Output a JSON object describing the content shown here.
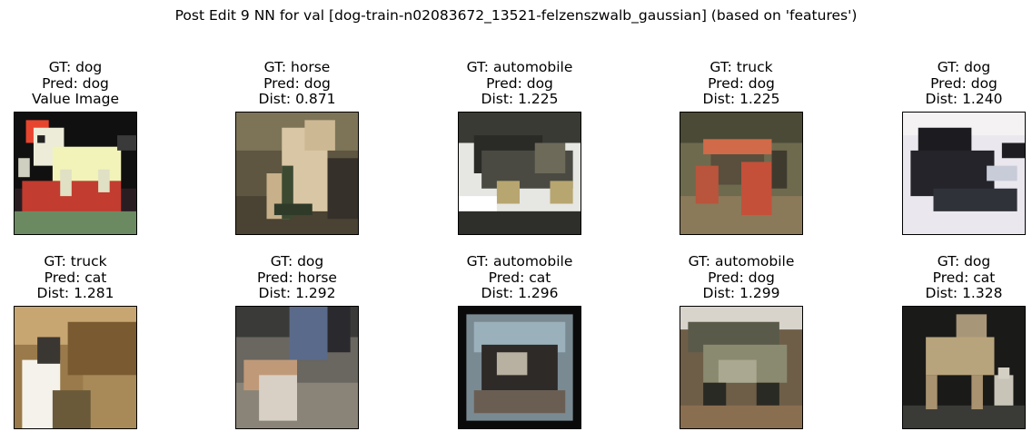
{
  "figure": {
    "suptitle": "Post Edit 9 NN for val [dog-train-n02083672_13521-felzenszwalb_gaussian] (based on 'features')"
  },
  "neighbors": [
    {
      "gt": "GT: dog",
      "pred": "Pred: dog",
      "extra": "Value Image",
      "image": "dog-on-cushion"
    },
    {
      "gt": "GT: horse",
      "pred": "Pred: dog",
      "extra": "Dist: 0.871",
      "image": "horse-head-bridle"
    },
    {
      "gt": "GT: automobile",
      "pred": "Pred: dog",
      "extra": "Dist: 1.225",
      "image": "vintage-car"
    },
    {
      "gt": "GT: truck",
      "pred": "Pred: dog",
      "extra": "Dist: 1.225",
      "image": "red-tractor"
    },
    {
      "gt": "GT: dog",
      "pred": "Pred: dog",
      "extra": "Dist: 1.240",
      "image": "black-dog-lying"
    },
    {
      "gt": "GT: truck",
      "pred": "Pred: cat",
      "extra": "Dist: 1.281",
      "image": "person-by-truck"
    },
    {
      "gt": "GT: dog",
      "pred": "Pred: horse",
      "extra": "Dist: 1.292",
      "image": "people-outdoors"
    },
    {
      "gt": "GT: automobile",
      "pred": "Pred: cat",
      "extra": "Dist: 1.296",
      "image": "car-closeup"
    },
    {
      "gt": "GT: automobile",
      "pred": "Pred: dog",
      "extra": "Dist: 1.299",
      "image": "military-jeep"
    },
    {
      "gt": "GT: dog",
      "pred": "Pred: cat",
      "extra": "Dist: 1.328",
      "image": "wolf-dark-background"
    }
  ]
}
